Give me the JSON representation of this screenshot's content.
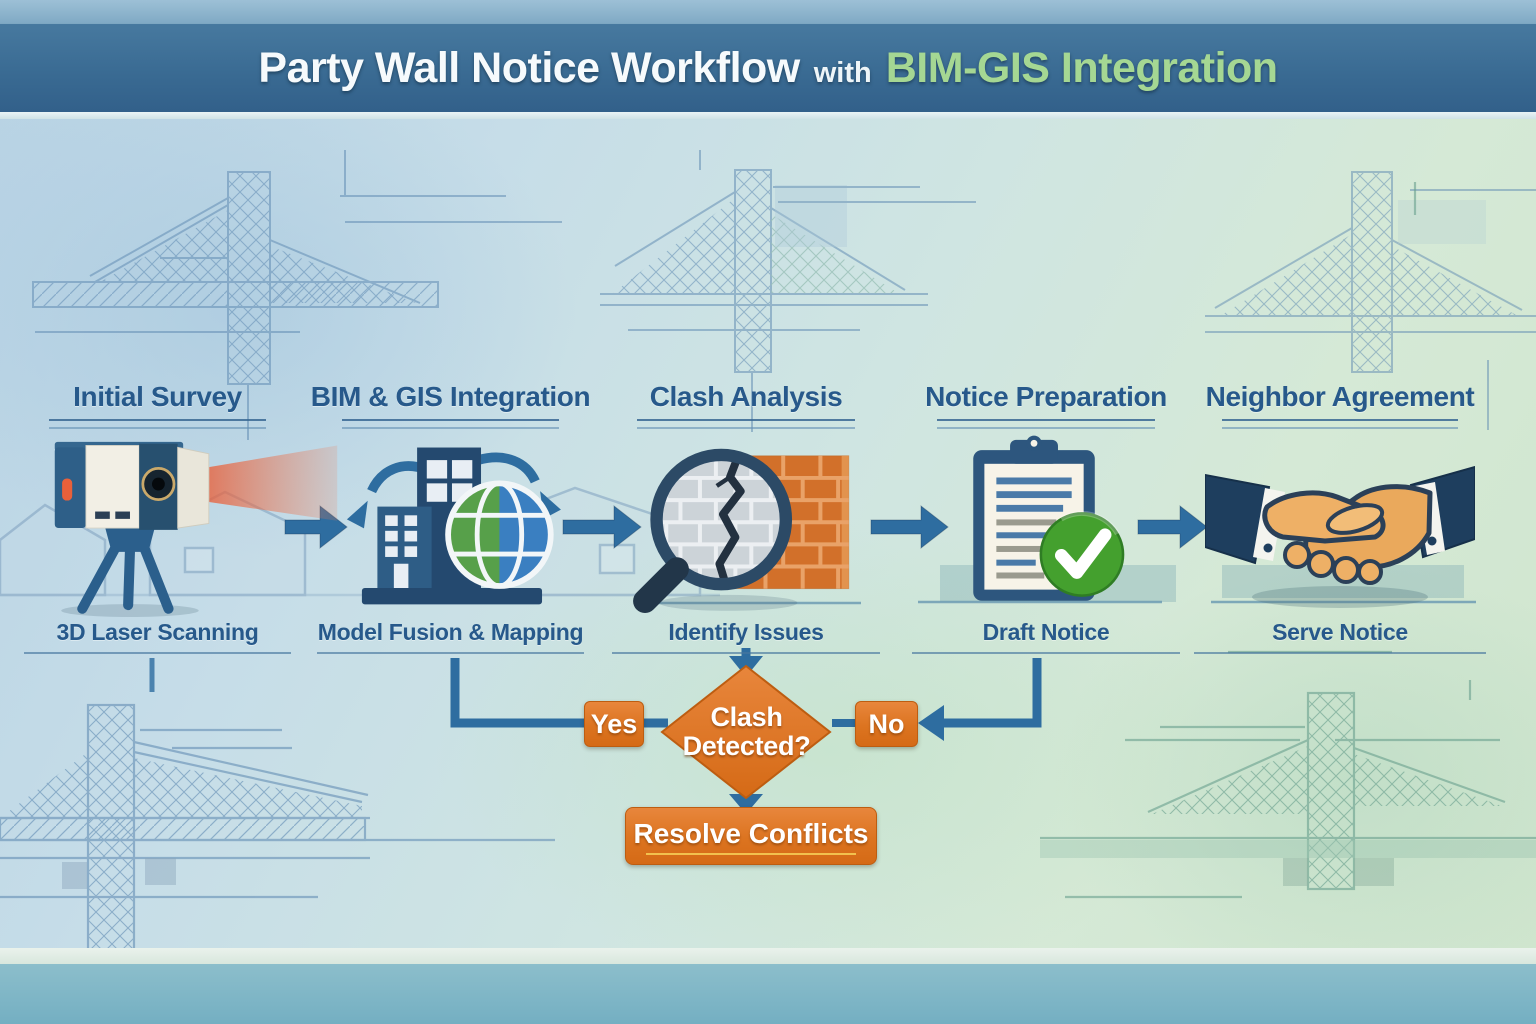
{
  "header": {
    "title_main": "Party Wall Notice Workflow",
    "title_connector": "with",
    "title_highlight": "BIM-GIS Integration"
  },
  "stages": [
    {
      "title": "Initial Survey",
      "caption": "3D Laser Scanning",
      "icon": "laser-scanner-icon"
    },
    {
      "title": "BIM & GIS Integration",
      "caption": "Model Fusion & Mapping",
      "icon": "buildings-globe-icon"
    },
    {
      "title": "Clash Analysis",
      "caption": "Identify Issues",
      "icon": "magnifier-brick-wall-icon"
    },
    {
      "title": "Notice Preparation",
      "caption": "Draft Notice",
      "icon": "clipboard-checkmark-icon"
    },
    {
      "title": "Neighbor Agreement",
      "caption": "Serve Notice",
      "icon": "handshake-icon"
    }
  ],
  "decision": {
    "question": "Clash Detected?",
    "yes_label": "Yes",
    "no_label": "No",
    "resolve_label": "Resolve Conflicts"
  },
  "colors": {
    "banner_blue": "#3a6b93",
    "title_white": "#f6fafc",
    "title_green": "#a5d793",
    "heading_blue": "#27598b",
    "arrow_blue": "#2e6da0",
    "accent_orange": "#dc7420",
    "resolve_underline_gold": "#f2c14e",
    "check_green": "#44a02e",
    "laser_red": "#e8603a",
    "footer_teal": "#7db6c6"
  }
}
